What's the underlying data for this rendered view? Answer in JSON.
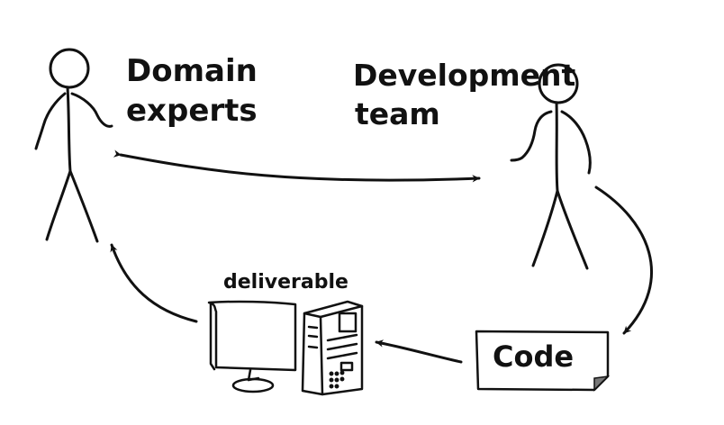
{
  "labels": {
    "domain_experts_line1": "Domain",
    "domain_experts_line2": "experts",
    "dev_team_line1": "Development",
    "dev_team_line2": "team",
    "deliverable": "deliverable",
    "code": "Code"
  }
}
